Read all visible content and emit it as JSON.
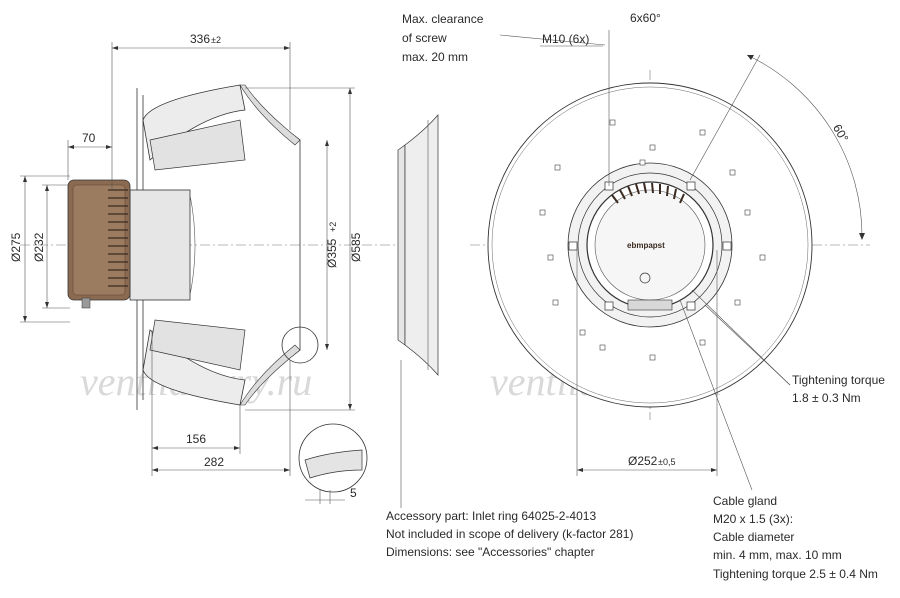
{
  "watermark": {
    "left": "ventilatorry.ru",
    "right": "ventilatorry.ru"
  },
  "dimensions": {
    "overall_length": "336",
    "overall_length_tol": "±2",
    "motor_offset": "70",
    "dia_275": "Ø275",
    "dia_232": "Ø232",
    "dia_355": "Ø355",
    "dia_355_tol": "+2",
    "dia_585": "Ø585",
    "len_156": "156",
    "len_282": "282",
    "detail_5": "5",
    "pcd": "Ø252",
    "pcd_tol": "±0,5",
    "bolt_pattern": "6x60°",
    "angle": "60°",
    "screw": "M10 (6x)"
  },
  "notes": {
    "clearance": [
      "Max. clearance",
      "of screw",
      "max. 20 mm"
    ],
    "torque": [
      "Tightening torque",
      "1.8 ± 0.3 Nm"
    ],
    "cable_gland": [
      "Cable gland",
      "M20 x 1.5 (3x):",
      "Cable diameter",
      "min. 4 mm, max. 10 mm",
      "Tightening torque 2.5 ± 0.4 Nm"
    ],
    "accessory": [
      "Accessory part: Inlet ring 64025-2-4013",
      "Not included in scope of delivery (k-factor 281)",
      "Dimensions: see \"Accessories\" chapter"
    ]
  },
  "brand_label": "ebmpapst",
  "colors": {
    "fill_grey": "#e8e8e8",
    "motor_brown": "#8a6a50",
    "line": "#333333"
  }
}
